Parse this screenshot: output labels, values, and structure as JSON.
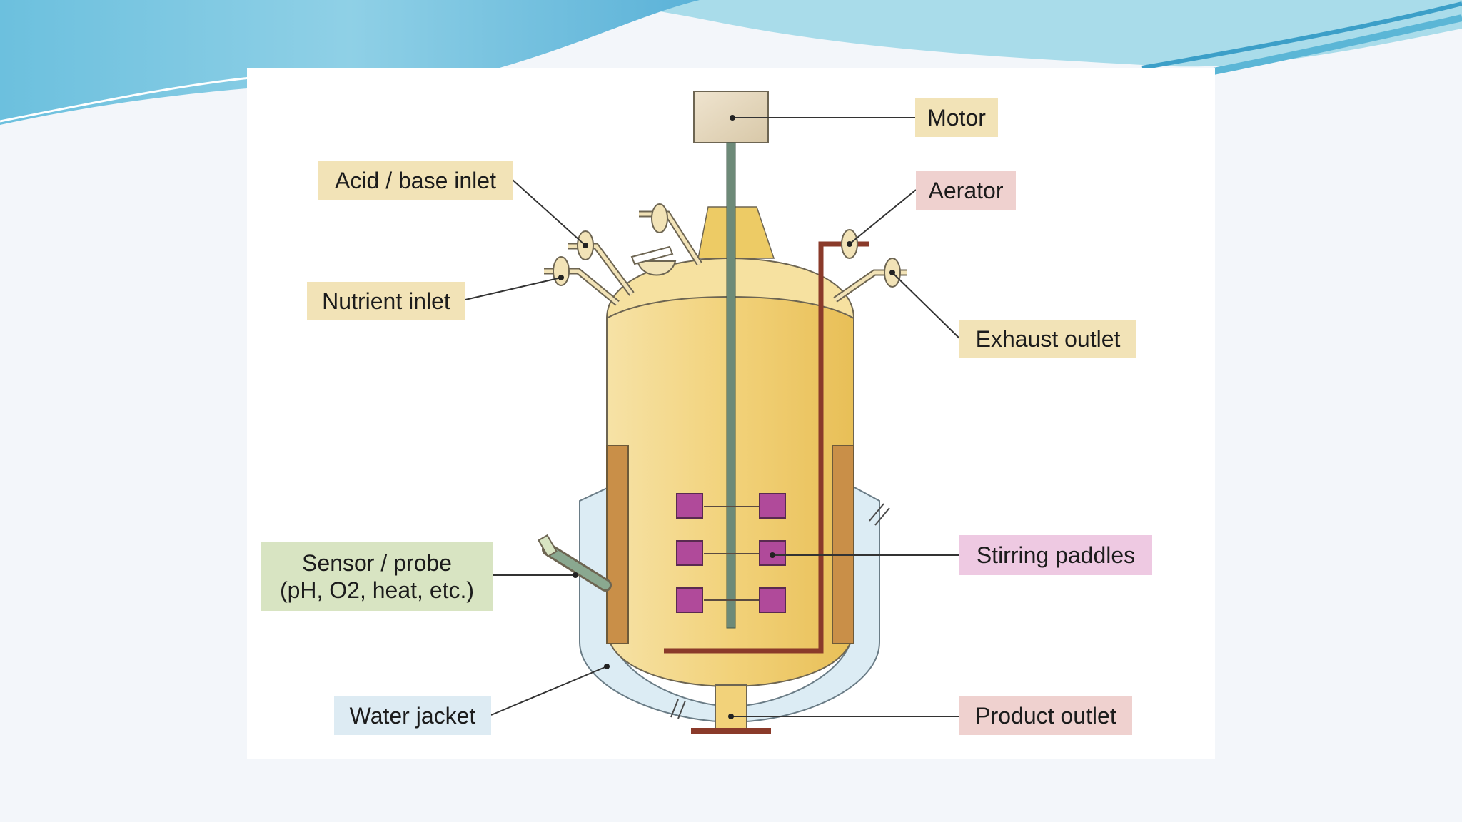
{
  "slide": {
    "colors": {
      "wave_dark": "#5bb6d6",
      "wave_light": "#a9dcea",
      "background": "#f3f6fa",
      "panel": "#ffffff"
    }
  },
  "diagram": {
    "labels": {
      "motor": "Motor",
      "acid_base_inlet": "Acid / base inlet",
      "aerator": "Aerator",
      "nutrient_inlet": "Nutrient inlet",
      "exhaust_outlet": "Exhaust outlet",
      "sensor_probe": "Sensor / probe",
      "sensor_probe_detail": "(pH, O2, heat, etc.)",
      "stirring_paddles": "Stirring paddles",
      "water_jacket": "Water jacket",
      "product_outlet": "Product outlet"
    },
    "colors": {
      "vessel": "#f2d27a",
      "jacket": "#dcecf4",
      "heating_element": "#c98f48",
      "shaft": "#6d8a78",
      "paddle": "#b04a9a",
      "aerator_pipe": "#8a3a2a",
      "label_tan": "#f2e3b7",
      "label_pink": "#efd1cf",
      "label_magenta": "#eec9e2",
      "label_green": "#d8e4c2",
      "label_blue": "#ddebf3"
    }
  }
}
